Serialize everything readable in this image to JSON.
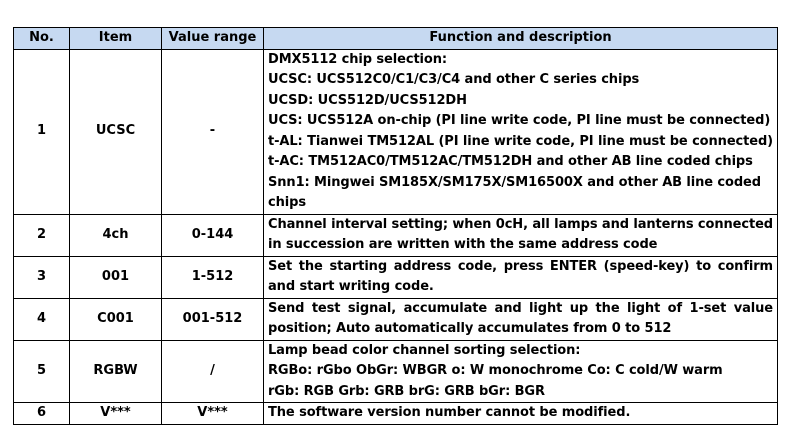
{
  "headers": [
    "No.",
    "Item",
    "Value range",
    "Function and description"
  ],
  "rows": [
    {
      "no": "1",
      "item": "UCSC",
      "range": "-",
      "lines": [
        "DMX5112 chip selection:",
        "UCSC: UCS512C0/C1/C3/C4 and other C series chips",
        "UCSD: UCS512D/UCS512DH",
        "UCS: UCS512A on-chip (PI line write code, PI line must be connected)",
        "t-AL: Tianwei TM512AL (PI line write code, PI line must be connected)",
        "t-AC: TM512AC0/TM512AC/TM512DH and other AB line coded chips",
        "Snn1: Mingwei SM185X/SM175X/SM16500X and other AB line coded",
        "chips"
      ]
    },
    {
      "no": "2",
      "item": "4ch",
      "range": "0-144",
      "text": "Channel interval setting; when 0cH, all lamps and lanterns connected in succession are written with the same address code"
    },
    {
      "no": "3",
      "item": "001",
      "range": "1-512",
      "text": "Set the starting address code, press ENTER (speed-key) to confirm and start writing code."
    },
    {
      "no": "4",
      "item": "C001",
      "range": "001-512",
      "text": "Send test signal, accumulate and light up the light of 1-set value position; Auto automatically accumulates from 0 to 512"
    },
    {
      "no": "5",
      "item": "RGBW",
      "range": "/",
      "lines": [
        "Lamp bead color channel sorting selection:",
        "RGBo: rGbo ObGr: WBGR o: W monochrome Co: C cold/W warm",
        "rGb: RGB Grb: GRB brG: GRB bGr: BGR"
      ]
    },
    {
      "no": "6",
      "item": "V***",
      "range": "V***",
      "text": "The software version number cannot be modified."
    }
  ]
}
